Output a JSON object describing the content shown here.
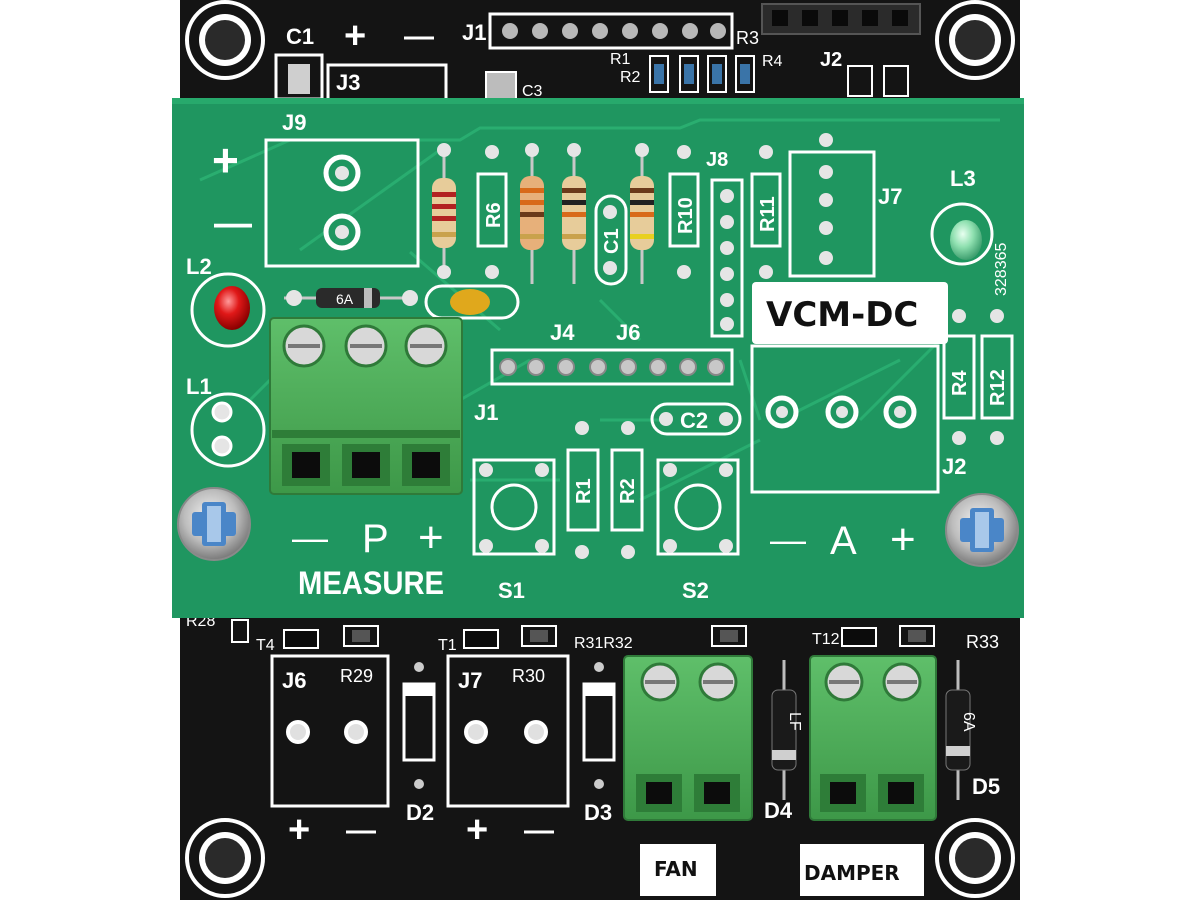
{
  "image": {
    "description_colors": {
      "base_board": "#141414",
      "top_board": "#1f9660",
      "silkscreen": "#ffffff",
      "terminal_green": "#4fae5a",
      "copper": "#c8c8c8"
    }
  },
  "bottom_board": {
    "labels": {
      "c1": "C1",
      "j1": "J1",
      "r3": "R3",
      "r1": "R1",
      "r2": "R2",
      "r4": "R4",
      "j2": "J2",
      "j3": "J3",
      "c3": "C3",
      "plus_top": "+",
      "minus_top": "—",
      "r28": "R28",
      "t4": "T4",
      "t1": "T1",
      "r31r32": "R31R32",
      "t12": "T12",
      "r33": "R33",
      "j6": "J6",
      "r29": "R29",
      "j7": "J7",
      "r30": "R30",
      "d2": "D2",
      "d3": "D3",
      "d4": "D4",
      "d5": "D5",
      "plus_a": "+",
      "minus_a": "—",
      "plus_b": "+",
      "minus_b": "—",
      "fan": "FAN",
      "damper": "DAMPER",
      "diode_d4": "LF",
      "diode_d5": "6A"
    }
  },
  "top_board": {
    "labels": {
      "j9": "J9",
      "plus_j9": "+",
      "minus_j9": "—",
      "l2": "L2",
      "l1": "L1",
      "r6": "R6",
      "c1": "C1",
      "r10": "R10",
      "j8": "J8",
      "r11": "R11",
      "j7": "J7",
      "l3": "L3",
      "serial": "328365",
      "vcm_dc": "VCM-DC",
      "j4": "J4",
      "j6": "J6",
      "j1": "J1",
      "c2": "C2",
      "r4": "R4",
      "r12": "R12",
      "j2": "J2",
      "r1": "R1",
      "r2": "R2",
      "minus_p": "—",
      "p": "P",
      "plus_p": "+",
      "measure": "MEASURE",
      "s1": "S1",
      "s2": "S2",
      "minus_a": "—",
      "a": "A",
      "plus_a": "+",
      "diode": "6A"
    }
  }
}
